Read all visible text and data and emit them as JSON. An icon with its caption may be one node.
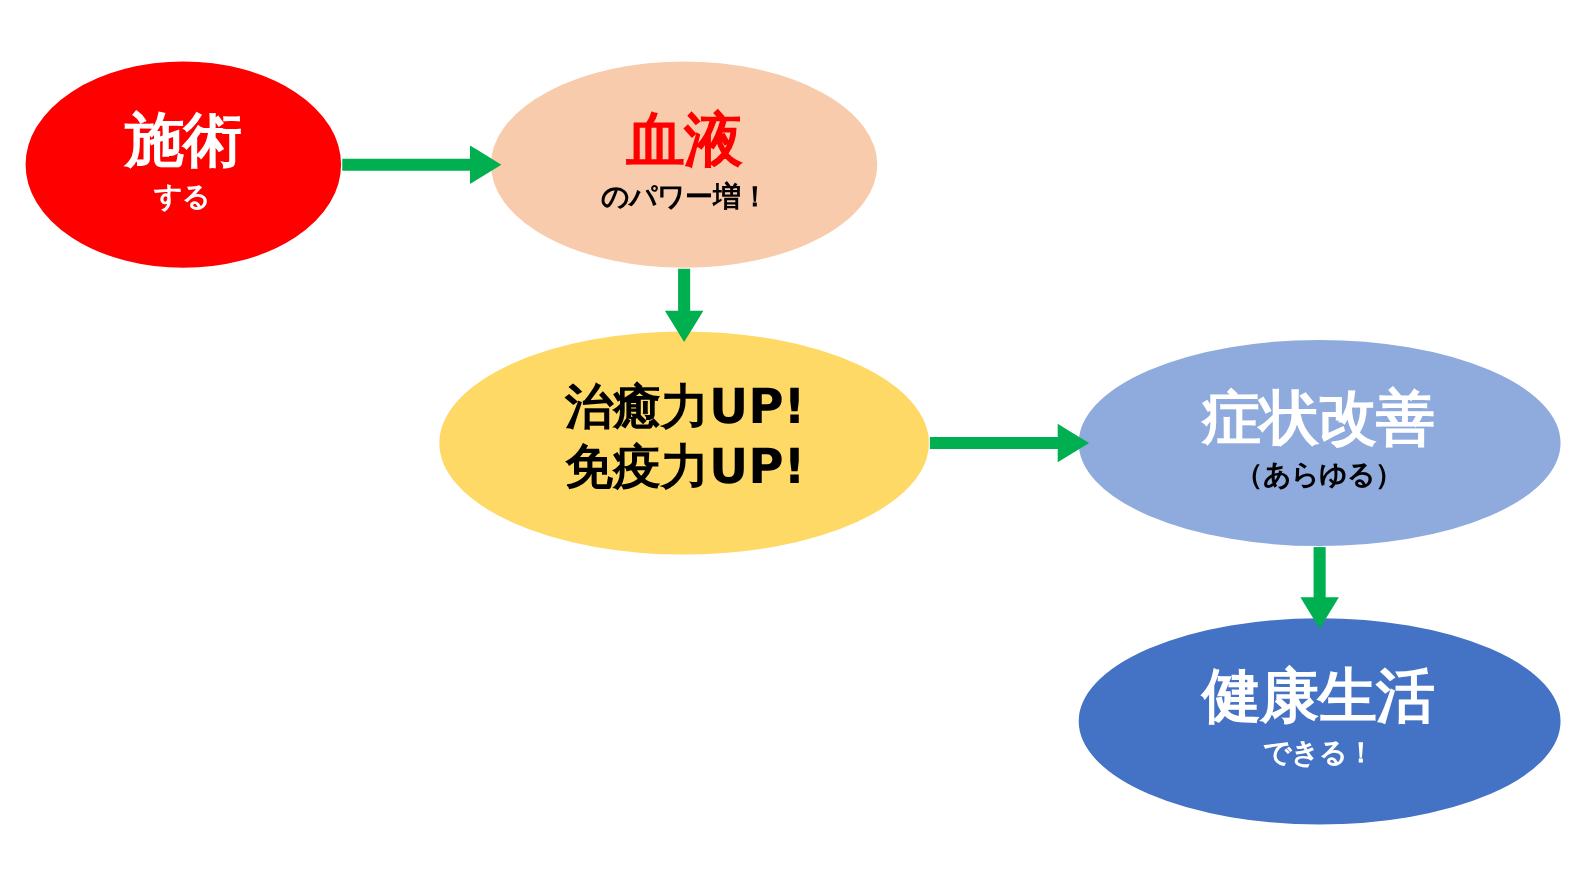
{
  "diagram": {
    "nodes": [
      {
        "text": [
          "施術",
          "する"
        ]
      },
      {
        "text": [
          "血液",
          "のパワー増！"
        ]
      },
      {
        "text": [
          "治癒力UP!",
          "免疫力UP!"
        ]
      },
      {
        "text": [
          "症状改善",
          "（あらゆる）"
        ]
      },
      {
        "text": [
          "健康生活",
          "できる！"
        ]
      }
    ],
    "edges": [
      {
        "from": 0,
        "to": 1,
        "arrow": "to"
      },
      {
        "from": 1,
        "to": 2,
        "arrow": "to"
      },
      {
        "from": 2,
        "to": 3,
        "arrow": "to"
      },
      {
        "from": 3,
        "to": 4,
        "arrow": "to"
      }
    ]
  }
}
